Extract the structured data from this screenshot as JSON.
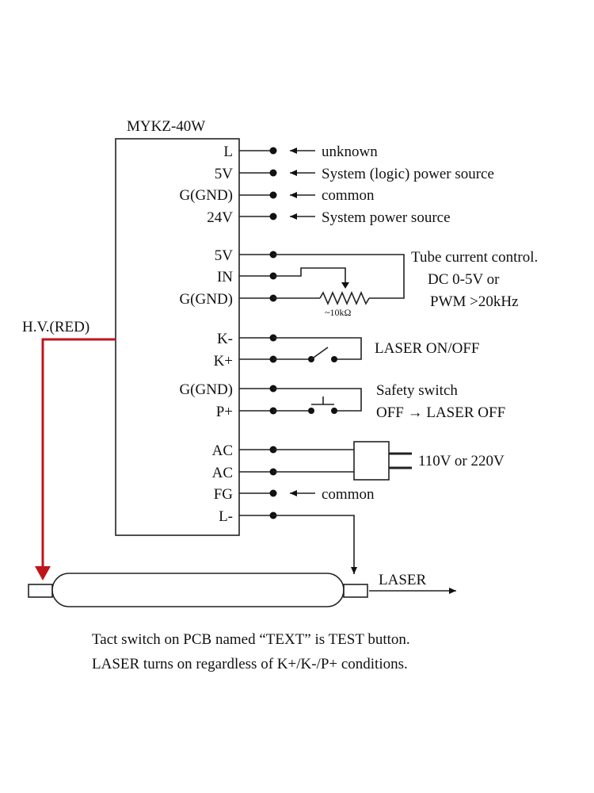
{
  "module": {
    "title": "MYKZ-40W"
  },
  "pins": {
    "L": "L",
    "v5a": "5V",
    "gnd_a": "G(GND)",
    "v24": "24V",
    "v5b": "5V",
    "in": "IN",
    "gnd_b": "G(GND)",
    "k_minus": "K-",
    "k_plus": "K+",
    "gnd_c": "G(GND)",
    "p_plus": "P+",
    "ac1": "AC",
    "ac2": "AC",
    "fg": "FG",
    "l_minus": "L-"
  },
  "labels": {
    "unknown": "unknown",
    "logic_power": "System (logic) power source",
    "common_a": "common",
    "system_power": "System power source",
    "tube_current_1": "Tube current control.",
    "tube_current_2": "DC 0-5V  or",
    "tube_current_3": "PWM >20kHz",
    "pot_value": "~10kΩ",
    "laser_onoff": "LASER ON/OFF",
    "safety_1": "Safety switch",
    "safety_2": "OFF → LASER OFF",
    "mains": "110V or 220V",
    "common_b": "common",
    "hv": "H.V.(RED)",
    "laser": "LASER"
  },
  "notes": {
    "line1": "Tact switch on PCB named “TEXT” is TEST button.",
    "line2": "LASER turns on regardless of K+/K-/P+ conditions."
  },
  "colors": {
    "hv_wire": "#c0141c",
    "line": "#222222"
  }
}
